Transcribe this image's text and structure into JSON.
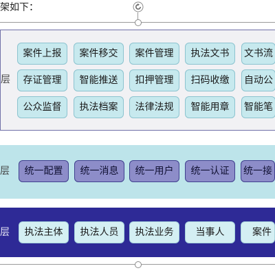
{
  "caption": "架如下：",
  "layers": [
    {
      "label": "层",
      "rows": [
        [
          "案件上报",
          "案件移交",
          "案件管理",
          "执法文书",
          "文书流"
        ],
        [
          "存证管理",
          "智能推送",
          "扣押管理",
          "扫码收缴",
          "自动公"
        ],
        [
          "公众监督",
          "执法档案",
          "法律法规",
          "智能用章",
          "智能笔"
        ]
      ]
    },
    {
      "label": "层",
      "rows": [
        [
          "统一配置",
          "统一消息",
          "统一用户",
          "统一认证",
          "统一接"
        ]
      ]
    },
    {
      "label": "层",
      "rows": [
        [
          "执法主体",
          "执法人员",
          "执法业务",
          "当事人",
          "案件"
        ]
      ]
    }
  ],
  "colors": {
    "layer1_bg": "#f1f1f4",
    "layer2_bg": "#bde4ea",
    "layer3_bg": "#2e2a96",
    "box_light": "#c7e9ee",
    "box_purple": "#8d8dc9"
  },
  "icons": {
    "rotate": "rotate-handle-icon"
  }
}
